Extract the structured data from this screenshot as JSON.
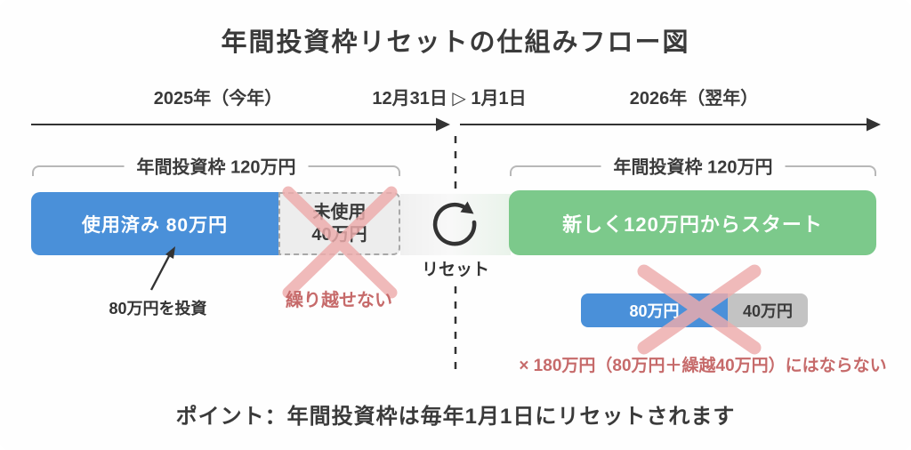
{
  "title": "年間投資枠リセットの仕組みフロー図",
  "timeline": {
    "left_label": "2025年（今年）",
    "center_label": "12月31日 ▷ 1月1日",
    "right_label": "2026年（翌年）"
  },
  "left_section": {
    "bracket_label": "年間投資枠 120万円",
    "used_bar_label": "使用済み 80万円",
    "unused_bar_line1": "未使用",
    "unused_bar_line2": "40万円",
    "invest_note": "80万円を投資",
    "carryover_note": "繰り越せない"
  },
  "reset": {
    "label": "リセット",
    "icon": "reset-circular-arrow-icon"
  },
  "right_section": {
    "bracket_label": "年間投資枠 120万円",
    "new_bar_label": "新しく120万円からスタート",
    "small_blue_bar_label": "80万円",
    "small_gray_bar_label": "40万円",
    "warning_note": "× 180万円（80万円＋繰越40万円）にはならない"
  },
  "footer": {
    "point_text": "ポイント：年間投資枠は毎年1月1日にリセットされます"
  },
  "colors": {
    "used_blue": "#4A90D9",
    "new_green": "#7CC98B",
    "cross_pink": "#EEACAC",
    "warning_red": "#C66A6A",
    "unused_gray_bg": "#EDEDED",
    "small_gray_bar": "#C3C3C3",
    "line_dark": "#333333",
    "bracket_gray": "#B8B8B8",
    "text_dark": "#3A3A3A"
  }
}
